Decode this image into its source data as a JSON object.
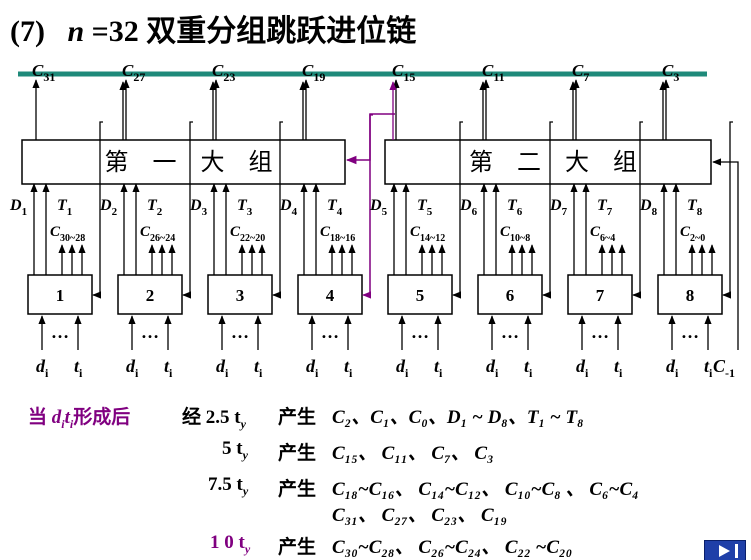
{
  "title": {
    "num": "(7)",
    "var": "n",
    "rest": " =32 双重分组跳跃进位链"
  },
  "big_groups": [
    "第　一　大　组",
    "第　二　大　组"
  ],
  "top_carries": [
    {
      "base": "C",
      "sub": "31"
    },
    {
      "base": "C",
      "sub": "27"
    },
    {
      "base": "C",
      "sub": "23"
    },
    {
      "base": "C",
      "sub": "19"
    },
    {
      "base": "C",
      "sub": "15"
    },
    {
      "base": "C",
      "sub": "11"
    },
    {
      "base": "C",
      "sub": "7"
    },
    {
      "base": "C",
      "sub": "3"
    }
  ],
  "small_groups": [
    {
      "num": "1",
      "D": "1",
      "T": "1",
      "C": "30~28"
    },
    {
      "num": "2",
      "D": "2",
      "T": "2",
      "C": "26~24"
    },
    {
      "num": "3",
      "D": "3",
      "T": "3",
      "C": "22~20"
    },
    {
      "num": "4",
      "D": "4",
      "T": "4",
      "C": "18~16"
    },
    {
      "num": "5",
      "D": "5",
      "T": "5",
      "C": "14~12"
    },
    {
      "num": "6",
      "D": "6",
      "T": "6",
      "C": "10~8"
    },
    {
      "num": "7",
      "D": "7",
      "T": "7",
      "C": "6~4"
    },
    {
      "num": "8",
      "D": "8",
      "T": "8",
      "C": "2~0"
    }
  ],
  "inputs": {
    "d": "d",
    "t": "t",
    "sub": "i",
    "dots": "…",
    "cin": "C",
    "cin_sub": "-1"
  },
  "timing": {
    "lead": "当 ",
    "lead_vars": "d",
    "lead_t": "t",
    "lead_sub": "i",
    "lead_tail": "形成后",
    "rows": [
      {
        "pre": "经 ",
        "time": "2.5 t",
        "unit": "y",
        "verb": "产生",
        "result": "C₂、C₁、C₀、D₁ ~ D₈、T₁ ~ T₈"
      },
      {
        "pre": "",
        "time": "5 t",
        "unit": "y",
        "verb": "产生",
        "result": "C₁₅、 C₁₁、 C₇、 C₃"
      },
      {
        "pre": "",
        "time": "7.5 t",
        "unit": "y",
        "verb": "产生",
        "result": "C₁₈~C₁₆、 C₁₄~C₁₂、 C₁₀~C₈ 、 C₆~C₄"
      },
      {
        "pre": "",
        "time": "",
        "unit": "",
        "verb": "",
        "result": "C₃₁、 C₂₇、 C₂₃、 C₁₉"
      },
      {
        "pre": "",
        "time": "1 0 t",
        "unit": "y",
        "verb": "产生",
        "result": "C₃₀~C₂₈、 C₂₆~C₂₄、 C₂₂ ~C₂₀"
      }
    ]
  },
  "colors": {
    "bus": "#1f8a7a",
    "accent": "#800080",
    "nav": "#1f3fa8"
  }
}
